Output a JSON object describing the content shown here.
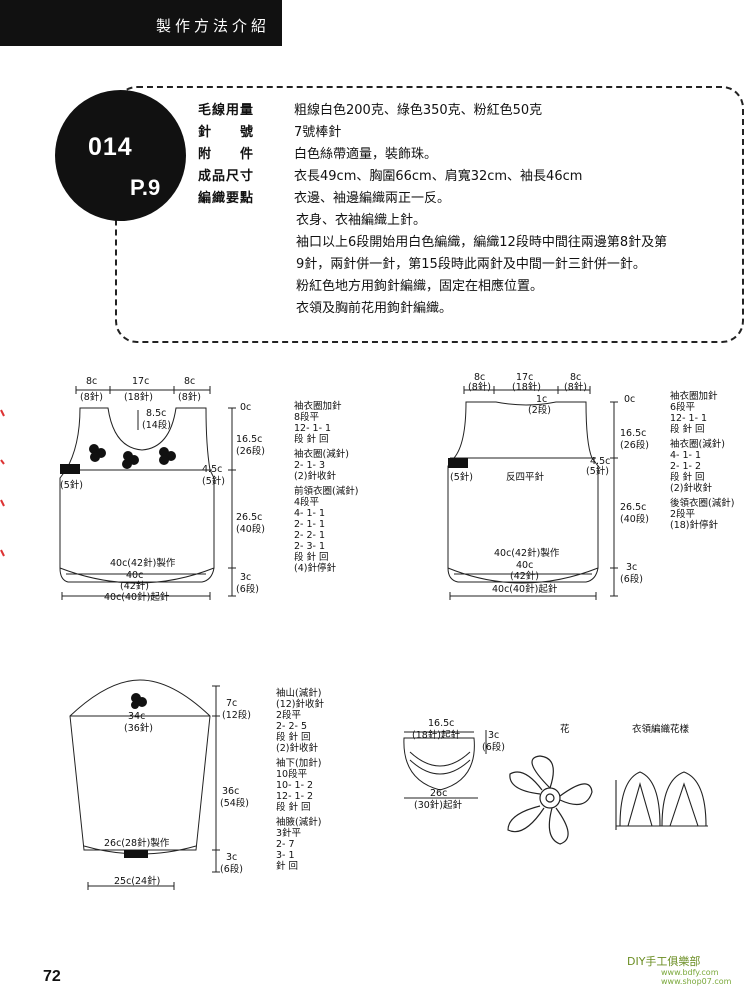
{
  "header": {
    "title": "製作方法介紹"
  },
  "badge": {
    "number": "014",
    "page": "P.9"
  },
  "specs": [
    {
      "label": "毛線用量",
      "value": "粗線白色200克、綠色350克、粉紅色50克"
    },
    {
      "label": "針　　號",
      "value": "7號棒針"
    },
    {
      "label": "附　　件",
      "value": "白色絲帶適量，裝飾珠。"
    },
    {
      "label": "成品尺寸",
      "value": "衣長49cm、胸圍66cm、肩寬32cm、袖長46cm"
    },
    {
      "label": "編織要點",
      "value": "衣邊、袖邊編織兩正一反。"
    }
  ],
  "instructions": [
    "衣身、衣袖編織上針。",
    "袖口以上6段開始用白色編織，編織12段時中間往兩邊第8針及第",
    "9針，兩針併一針，第15段時此兩針及中間一針三針併一針。",
    "粉紅色地方用鉤針編織，固定在相應位置。",
    "衣領及胸前花用鉤針編織。"
  ],
  "front": {
    "top_widths": [
      "8c",
      "17c",
      "8c"
    ],
    "top_stitches": [
      "(8針)",
      "(18針)",
      "(8針)"
    ],
    "neck_depth": "8.5c",
    "neck_rows": "(14段)",
    "zero": "0c",
    "armhole_h": "16.5c",
    "armhole_rows": "(26段)",
    "side_w": "4.5c",
    "side_st": "(5針)",
    "left_st": "(5針)",
    "body_h": "26.5c",
    "body_rows": "(40段)",
    "hem_h": "3c",
    "hem_rows": "(6段)",
    "bottom1": "40c(42針)製作",
    "bottom2": "40c",
    "bottom3": "(42針)",
    "bottom4": "40c(40針)起針"
  },
  "front_notes": [
    "袖衣圈加針",
    "8段平",
    "12-  1-  1",
    "段  針  回",
    "",
    "袖衣圈(減針)",
    "2-  1-  3",
    "(2)針收針",
    "",
    "前領衣圈(減針)",
    "4段平",
    "4-  1-  1",
    "2-  1-  1",
    "2-  2-  1",
    "2-  3-  1",
    "段  針  回",
    "(4)針停針"
  ],
  "back": {
    "top_widths": [
      "8c",
      "17c",
      "8c"
    ],
    "top_stitches": [
      "(8針)",
      "(18針)",
      "(8針)"
    ],
    "neck_depth": "1c",
    "neck_rows": "(2段)",
    "zero": "0c",
    "armhole_h": "16.5c",
    "armhole_rows": "(26段)",
    "side_w": "4.5c",
    "side_st": "(5針)",
    "left_st": "(5針)",
    "center": "反四平針",
    "body_h": "26.5c",
    "body_rows": "(40段)",
    "hem_h": "3c",
    "hem_rows": "(6段)",
    "bottom1": "40c(42針)製作",
    "bottom2": "40c",
    "bottom3": "(42針)",
    "bottom4": "40c(40針)起針"
  },
  "back_notes": [
    "袖衣圈加針",
    "6段平",
    "12-  1-  1",
    "段  針  回",
    "",
    "袖衣圈(減針)",
    "4-  1-  1",
    "2-  1-  2",
    "段  針  回",
    "(2)針收針",
    "",
    "後領衣圈(減針)",
    "2段平",
    "(18)針停針"
  ],
  "sleeve": {
    "cap_w": "34c",
    "cap_st": "(36針)",
    "cap_h": "7c",
    "cap_rows": "(12段)",
    "len_h": "36c",
    "len_rows": "(54段)",
    "cuff_h": "3c",
    "cuff_rows": "(6段)",
    "bottom1": "26c(28針)製作",
    "bottom2": "25c(24針)"
  },
  "sleeve_notes": [
    "袖山(減針)",
    "(12)針收針",
    "2段平",
    "2-  2-  5",
    "段  針  回",
    "(2)針收針",
    "",
    "袖下(加針)",
    "10段平",
    "10-  1-  2",
    "12-  1-  2",
    "段  針  回",
    "",
    "袖腋(減針)",
    "3針平",
    "2-  7",
    "3-  1",
    "針  回"
  ],
  "collar": {
    "top": "16.5c",
    "top_st": "(18針)起針",
    "h": "3c",
    "h_rows": "(6段)",
    "bottom": "26c",
    "bottom_st": "(30針)起針"
  },
  "motifs": {
    "flower": "花",
    "collar_pattern": "衣領編織花樣"
  },
  "footer": {
    "page_number": "72",
    "watermark": "DIY手工俱樂部",
    "watermark_url": "www.bdfy.com  www.shop07.com"
  }
}
